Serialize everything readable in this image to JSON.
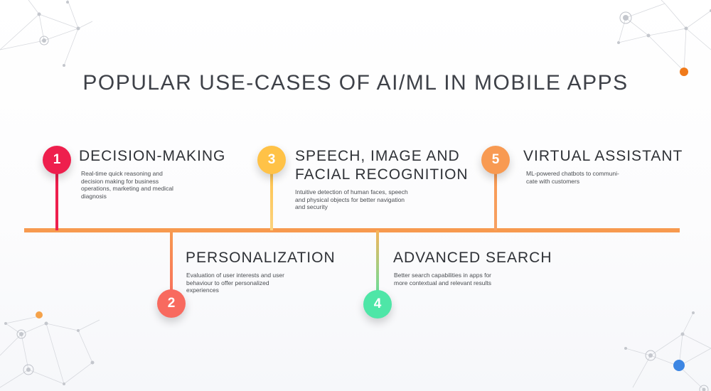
{
  "title": "POPULAR USE-CASES OF AI/ML IN MOBILE APPS",
  "colors": {
    "timeline": "#f79a4f",
    "step1": "#ee1f4d",
    "step2": "#f86a5f",
    "step3": "#ffc247",
    "step4": "#4ee6a7",
    "step5": "#f89a52",
    "accent_orange": "#f07a1a",
    "accent_blue": "#3d86e3"
  },
  "steps": [
    {
      "number": "1",
      "heading": [
        "DECISION-MAKING"
      ],
      "description": [
        "Real-time quick reasoning and",
        "decision making for business",
        "operations, marketing and medical",
        "diagnosis"
      ]
    },
    {
      "number": "2",
      "heading": [
        "PERSONALIZATION"
      ],
      "description": [
        "Evaluation of user interests and user",
        "behaviour to offer personalized",
        "experiences"
      ]
    },
    {
      "number": "3",
      "heading": [
        "SPEECH, IMAGE AND",
        "FACIAL RECOGNITION"
      ],
      "description": [
        "Intuitive detection of human faces, speech",
        "and physical objects for better navigation",
        "and security"
      ]
    },
    {
      "number": "4",
      "heading": [
        "ADVANCED SEARCH"
      ],
      "description": [
        "Better search capabilities in apps for",
        "more contextual and relevant results"
      ]
    },
    {
      "number": "5",
      "heading": [
        "VIRTUAL ASSISTANT"
      ],
      "description": [
        "ML-powered chatbots to communi-",
        "cate with customers"
      ]
    }
  ]
}
